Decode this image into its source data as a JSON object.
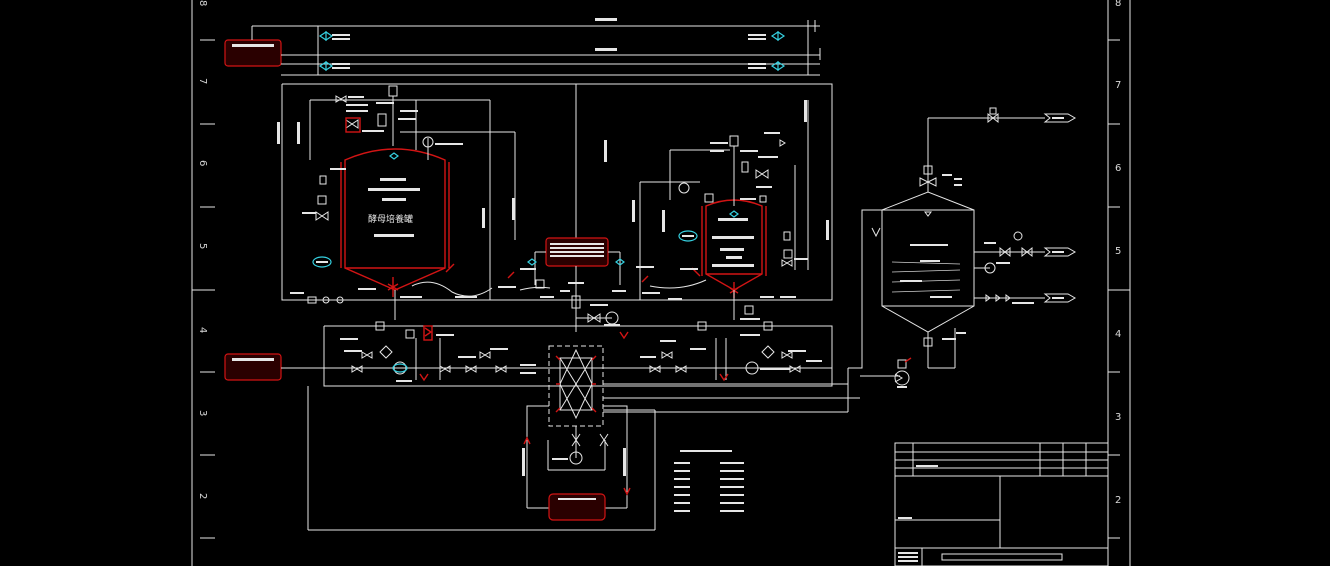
{
  "drawing": {
    "zone_numbers_left": [
      "8",
      "7",
      "6",
      "5",
      "4",
      "3",
      "2"
    ],
    "zone_numbers_right": [
      "8",
      "7",
      "6",
      "5",
      "4",
      "3",
      "2"
    ],
    "tank_label": "酵母培養罐"
  },
  "colors": {
    "background": "#000000",
    "line": "#e6e6e6",
    "vessel": "#d21414",
    "instrument": "#35d0e0"
  },
  "icons": [
    "valve-icon",
    "pump-icon",
    "gauge-icon",
    "heat-exchanger-icon",
    "sight-glass-icon"
  ]
}
